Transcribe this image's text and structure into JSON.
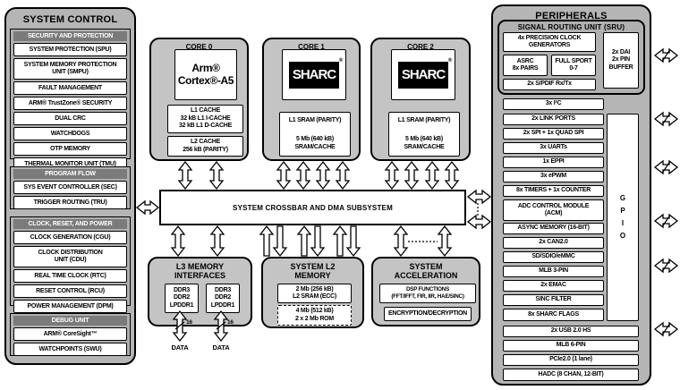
{
  "colors": {
    "panel_gray": "#b5b5b5",
    "section_gray": "#b0b0b0",
    "header_gray": "#7b7b7b",
    "box_white": "#ffffff",
    "line_black": "#000000"
  },
  "system_control": {
    "title": "SYSTEM CONTROL",
    "sections": [
      {
        "header": "SECURITY AND PROTECTION",
        "items": [
          "SYSTEM PROTECTION (SPU)",
          "SYSTEM MEMORY PROTECTION UNIT (SMPU)",
          "FAULT MANAGEMENT",
          "ARM® TrustZone® SECURITY",
          "DUAL CRC",
          "WATCHDOGS",
          "OTP MEMORY",
          "THERMAL MONITOR UNIT (TMU)"
        ]
      },
      {
        "header": "PROGRAM FLOW",
        "items": [
          "SYS EVENT CONTROLLER (SEC)",
          "TRIGGER ROUTING (TRU)"
        ]
      },
      {
        "header": "CLOCK, RESET, AND POWER",
        "items": [
          "CLOCK GENERATION (CGU)",
          "CLOCK DISTRIBUTION UNIT (CDU)",
          "REAL TIME CLOCK (RTC)",
          "RESET CONTROL (RCU)",
          "POWER MANAGEMENT (DPM)"
        ]
      },
      {
        "header": "DEBUG UNIT",
        "items": [
          "ARM® CoreSight™",
          "WATCHPOINTS (SWU)"
        ]
      }
    ]
  },
  "cores": {
    "core0": {
      "title": "CORE 0",
      "chip_line1": "Arm®",
      "chip_line2": "Cortex®-A5",
      "l1": [
        "L1 CACHE",
        "32 kB L1 I-CACHE",
        "32 kB L1 D-CACHE"
      ],
      "l2": [
        "L2 CACHE",
        "256 kB (PARITY)"
      ]
    },
    "core1": {
      "title": "CORE 1",
      "logo": "SHARC",
      "logo_reg": "®",
      "sram_title": "L1 SRAM (PARITY)",
      "sram_l1": "5 Mb (640 kB)",
      "sram_l2": "SRAM/CACHE"
    },
    "core2": {
      "title": "CORE 2",
      "logo": "SHARC",
      "logo_reg": "®",
      "sram_title": "L1 SRAM (PARITY)",
      "sram_l1": "5 Mb (640 kB)",
      "sram_l2": "SRAM/CACHE"
    }
  },
  "crossbar": {
    "label": "SYSTEM CROSSBAR AND DMA SUBSYSTEM"
  },
  "l3_memory": {
    "title": "L3 MEMORY INTERFACES",
    "ddr1": [
      "DDR3",
      "DDR2",
      "LPDDR1"
    ],
    "ddr2": [
      "DDR3",
      "DDR2",
      "LPDDR1"
    ],
    "bus1_width": "16",
    "bus2_width": "16",
    "data1": "DATA",
    "data2": "DATA"
  },
  "l2_memory": {
    "title": "SYSTEM L2 MEMORY",
    "sram": [
      "2 Mb (256 kB)",
      "L2 SRAM (ECC)"
    ],
    "rom": [
      "4 Mb (512 kB)",
      "2 x 2 Mb ROM"
    ]
  },
  "acceleration": {
    "title": "SYSTEM ACCELERATION",
    "dsp": [
      "DSP FUNCTIONS",
      "(FFT/IFFT, FIR, IIR, HAE/SINC)"
    ],
    "crypto": "ENCRYPTION/DECRYPTION"
  },
  "peripherals": {
    "title": "PERIPHERALS",
    "sru": {
      "title": "SIGNAL ROUTING UNIT (SRU)",
      "clock_gen": "4x PRECISION CLOCK GENERATORS",
      "asrc": [
        "ASRC",
        "8x PAIRS"
      ],
      "sport": [
        "FULL SPORT",
        "0-7"
      ],
      "spdif": "2x S/PDIF Rx/Tx",
      "dai": [
        "2x DAI",
        "2x PIN",
        "BUFFER"
      ]
    },
    "i2c": "3x I²C",
    "list": [
      "2x LINK PORTS",
      "2x SPI + 1x QUAD SPI",
      "3x UARTs",
      "1x EPPI",
      "3x ePWM",
      "8x TIMERS + 1x COUNTER",
      "ADC CONTROL MODULE (ACM)",
      "ASYNC MEMORY (16-BIT)",
      "2x CAN2.0",
      "SD/SDIO/eMMC",
      "MLB 3-PIN",
      "2x EMAC",
      "SINC FILTER",
      "8x SHARC FLAGS"
    ],
    "gpio_letters": [
      "G",
      "P",
      "I",
      "O"
    ],
    "bottom_list": [
      "2x USB 2.0 HS",
      "MLB 6-PIN",
      "PCIe2.0 (1 lane)",
      "HADC (8 CHAN, 12-BIT)"
    ]
  }
}
